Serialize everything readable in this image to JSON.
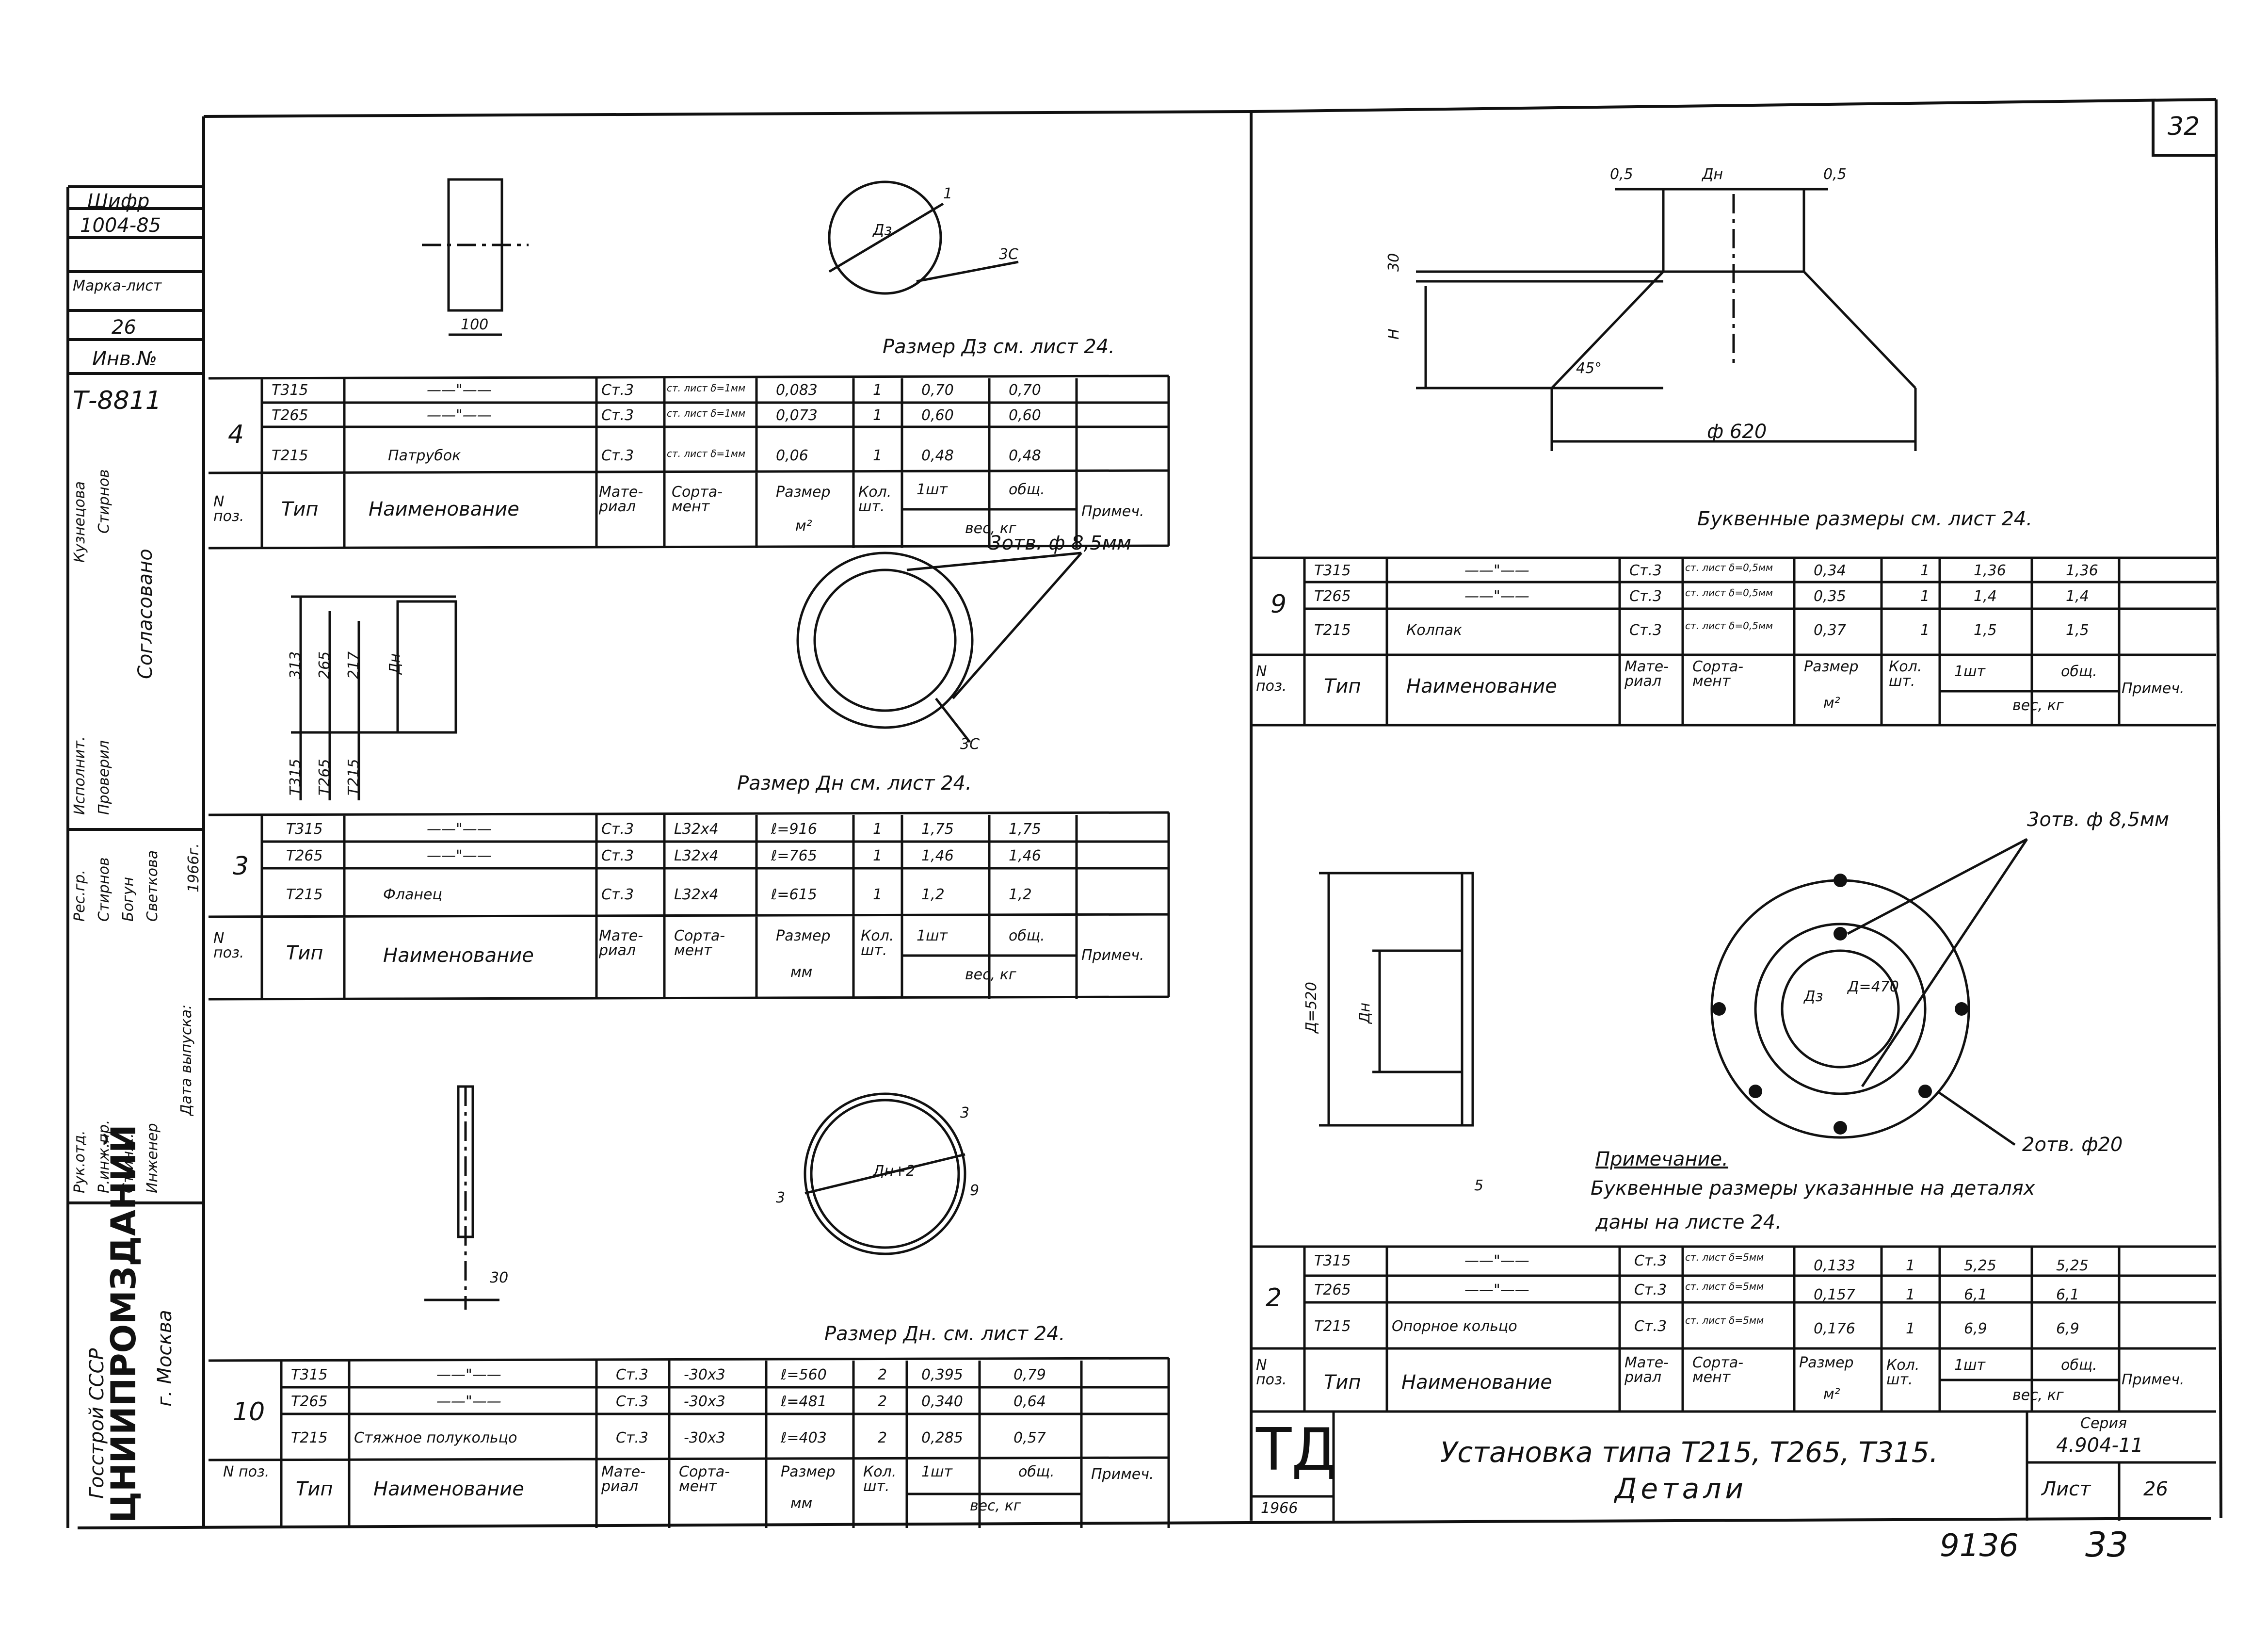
{
  "sheet_number_top": "32",
  "bottom_numbers": {
    "left": "9136",
    "right": "33"
  },
  "side_stamp": {
    "cipher_label": "Шифр",
    "cipher_value": "1004-85",
    "mark_label": "Марка-лист",
    "mark_value": "26",
    "inv_label": "Инв.№",
    "inv_value": "Т-8811",
    "org_lines": [
      "Госстрой СССР",
      "ЦНИИПРОМЗДАНИЙ",
      "г. Москва"
    ],
    "approvals": [
      "Кузнецова",
      "Стирнов",
      "Исполнит.",
      "Проверил",
      "Согласовано",
      "Рес.гр.",
      "Стирнов",
      "Богун",
      "Светкова",
      "1966г.",
      "Рук.отд.",
      "Р.инж.пр.",
      "Ст.инж.",
      "Инженер",
      "Дата выпуска:"
    ]
  },
  "headers": {
    "pos": "N поз.",
    "type": "Тип",
    "name": "Наименование",
    "material": "Мате-риал",
    "sortament": "Сорта-мент",
    "size": "Размер",
    "qty": "Кол. шт.",
    "one": "1шт",
    "total": "общ.",
    "weight": "вес, кг",
    "note": "Примеч."
  },
  "parts": [
    {
      "pos": "4",
      "size_unit": "м²",
      "rows": [
        {
          "type": "Т315",
          "name": "——\"——",
          "mat": "Ст.3",
          "sort": "ст. лист δ=1мм",
          "size": "0,083",
          "qty": "1",
          "one": "0,70",
          "total": "0,70"
        },
        {
          "type": "Т265",
          "name": "——\"——",
          "mat": "Ст.3",
          "sort": "ст. лист δ=1мм",
          "size": "0,073",
          "qty": "1",
          "one": "0,60",
          "total": "0,60"
        },
        {
          "type": "Т215",
          "name": "Патрубок",
          "mat": "Ст.3",
          "sort": "ст. лист δ=1мм",
          "size": "0,06",
          "qty": "1",
          "one": "0,48",
          "total": "0,48"
        }
      ]
    },
    {
      "pos": "3",
      "size_unit": "мм",
      "rows": [
        {
          "type": "Т315",
          "name": "——\"——",
          "mat": "Ст.3",
          "sort": "L32x4",
          "size": "ℓ=916",
          "qty": "1",
          "one": "1,75",
          "total": "1,75"
        },
        {
          "type": "Т265",
          "name": "——\"——",
          "mat": "Ст.3",
          "sort": "L32x4",
          "size": "ℓ=765",
          "qty": "1",
          "one": "1,46",
          "total": "1,46"
        },
        {
          "type": "Т215",
          "name": "Фланец",
          "mat": "Ст.3",
          "sort": "L32x4",
          "size": "ℓ=615",
          "qty": "1",
          "one": "1,2",
          "total": "1,2"
        }
      ]
    },
    {
      "pos": "10",
      "size_unit": "мм",
      "rows": [
        {
          "type": "Т315",
          "name": "——\"——",
          "mat": "Ст.3",
          "sort": "-30x3",
          "size": "ℓ=560",
          "qty": "2",
          "one": "0,395",
          "total": "0,79"
        },
        {
          "type": "Т265",
          "name": "——\"——",
          "mat": "Ст.3",
          "sort": "-30x3",
          "size": "ℓ=481",
          "qty": "2",
          "one": "0,340",
          "total": "0,64"
        },
        {
          "type": "Т215",
          "name": "Стяжное полукольцо",
          "mat": "Ст.3",
          "sort": "-30x3",
          "size": "ℓ=403",
          "qty": "2",
          "one": "0,285",
          "total": "0,57"
        }
      ]
    },
    {
      "pos": "9",
      "size_unit": "м²",
      "rows": [
        {
          "type": "Т315",
          "name": "——\"——",
          "mat": "Ст.3",
          "sort": "ст. лист δ=0,5мм",
          "size": "0,34",
          "qty": "1",
          "one": "1,36",
          "total": "1,36"
        },
        {
          "type": "Т265",
          "name": "——\"——",
          "mat": "Ст.3",
          "sort": "ст. лист δ=0,5мм",
          "size": "0,35",
          "qty": "1",
          "one": "1,4",
          "total": "1,4"
        },
        {
          "type": "Т215",
          "name": "Колпак",
          "mat": "Ст.3",
          "sort": "ст. лист δ=0,5мм",
          "size": "0,37",
          "qty": "1",
          "one": "1,5",
          "total": "1,5"
        }
      ]
    },
    {
      "pos": "2",
      "size_unit": "м²",
      "rows": [
        {
          "type": "Т315",
          "name": "——\"——",
          "mat": "Ст.3",
          "sort": "ст. лист δ=5мм",
          "size": "0,133",
          "qty": "1",
          "one": "5,25",
          "total": "5,25"
        },
        {
          "type": "Т265",
          "name": "——\"——",
          "mat": "Ст.3",
          "sort": "ст. лист δ=5мм",
          "size": "0,157",
          "qty": "1",
          "one": "6,1",
          "total": "6,1"
        },
        {
          "type": "Т215",
          "name": "Опорное кольцо",
          "mat": "Ст.3",
          "sort": "ст. лист δ=5мм",
          "size": "0,176",
          "qty": "1",
          "one": "6,9",
          "total": "6,9"
        }
      ]
    }
  ],
  "captions": {
    "pipe_note": "Размер Дз см. лист 24.",
    "flange_note": "Размер Дн см. лист 24.",
    "ring_note": "Размер Дн. см. лист 24.",
    "cap_note": "Буквенные размеры см. лист 24.",
    "flange_holes": "3отв. ф 8,5мм",
    "support_holes": "3отв. ф 8,5мм",
    "support_holes2": "2отв. ф20",
    "note_title": "Примечание.",
    "note_line1": "Буквенные размеры указанные на деталях",
    "note_line2": "даны на листе 24."
  },
  "dims": {
    "pipe_width": "100",
    "pipe_thk": "1",
    "pipe_dia": "Дз",
    "pipe_seam": "3С",
    "flange_313": "313",
    "flange_265": "265",
    "flange_217": "217",
    "flange_dn": "Дн",
    "flange_t315": "Т315",
    "flange_t265": "Т265",
    "flange_t215": "Т215",
    "flange_seam": "3С",
    "ring_dia": "Дн+2",
    "ring_3a": "3",
    "ring_3b": "3",
    "ring_9": "9",
    "ring_30": "30",
    "cap_05a": "0,5",
    "cap_dn": "Дн",
    "cap_05b": "0,5",
    "cap_30": "30",
    "cap_h": "Н",
    "cap_45": "45°",
    "cap_620": "ф 620",
    "sup_520": "Д=520",
    "sup_dn": "Дн",
    "sup_5": "5",
    "sup_dz": "Дз",
    "sup_470": "Д=470"
  },
  "title_block": {
    "logo": "ТД",
    "year": "1966",
    "title_line1": "Установка типа Т215, Т265, Т315.",
    "title_line2": "Детали",
    "series_label": "Серия",
    "series_value": "4.904-11",
    "sheet_label": "Лист",
    "sheet_value": "26"
  }
}
